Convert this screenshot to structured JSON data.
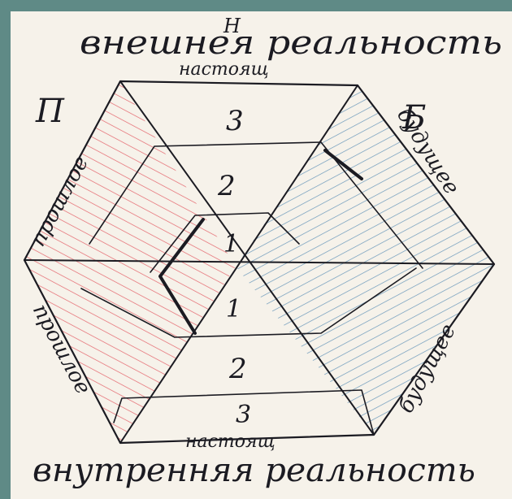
{
  "labels": {
    "top_title": "внешнея реальность",
    "bottom_title": "внутренняя реальность",
    "top_edge": "настоящ",
    "bottom_edge": "настоящ",
    "top_letter": "Н",
    "left_letter": "П",
    "right_letter": "Б",
    "upper_left_edge": "прошлое",
    "lower_left_edge": "прошлое",
    "upper_right_edge": "будущее",
    "lower_right_edge": "будущее"
  },
  "levels": {
    "upper": [
      "3",
      "2",
      "1"
    ],
    "lower": [
      "1",
      "2",
      "3"
    ]
  },
  "colors": {
    "ink": "#1b1b22",
    "past_hatch": "#e2555e",
    "future_hatch": "#5c8fb5",
    "paper": "#f6f2ea",
    "background": "#5f8a86"
  }
}
